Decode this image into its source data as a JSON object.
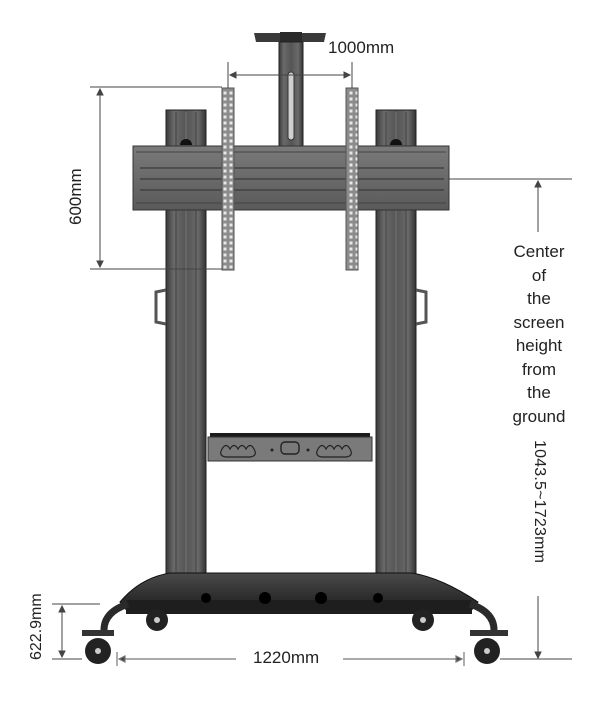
{
  "diagram": {
    "subject": "Mobile TV stand / cart with dual columns, VESA mounting arms, camera shelf, AV tray and locking caster base",
    "dimensions": {
      "vesa_width": "1000mm",
      "vesa_height": "600mm",
      "center_height_label": [
        "Center",
        "of",
        "the",
        "screen",
        "height",
        "from",
        "the",
        "ground"
      ],
      "center_height_range": "1043.5~1723mm",
      "base_height": "622.9mm",
      "base_width": "1220mm"
    },
    "colors": {
      "frame_dark": "#2b2b2b",
      "frame_mid": "#5a5a5a",
      "frame_light": "#8a8a8a",
      "dimension_line": "#555555",
      "text": "#222222",
      "background": "#ffffff"
    }
  }
}
